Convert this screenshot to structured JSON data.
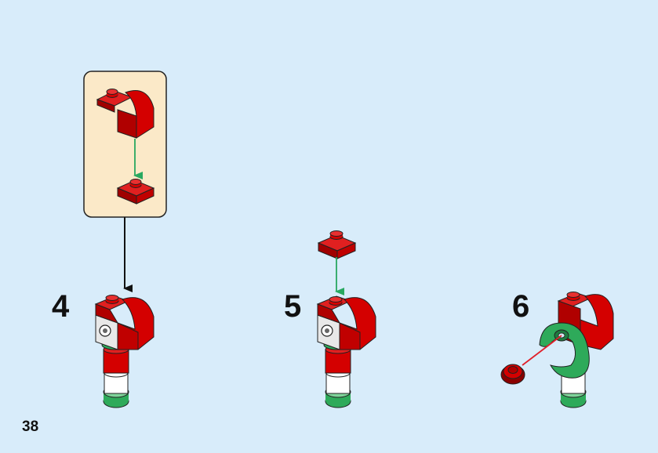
{
  "page": {
    "number": "38",
    "background": "#d8ecfa"
  },
  "steps": [
    {
      "number": "4",
      "callout_parts": [
        "red-curved-slope-brick",
        "red-plate-1x2"
      ]
    },
    {
      "number": "5",
      "added_part": "red-plate-1x2"
    },
    {
      "number": "6",
      "added_parts": [
        "green-ring-piece",
        "dark-red-round-cap"
      ]
    }
  ],
  "colors": {
    "brick_red": "#d40000",
    "brick_dark": "#8a0000",
    "green": "#2eaa5a",
    "callout_bg": "#fbe9c8",
    "arrow_green": "#28a860",
    "arrow_red": "#e0202a"
  }
}
